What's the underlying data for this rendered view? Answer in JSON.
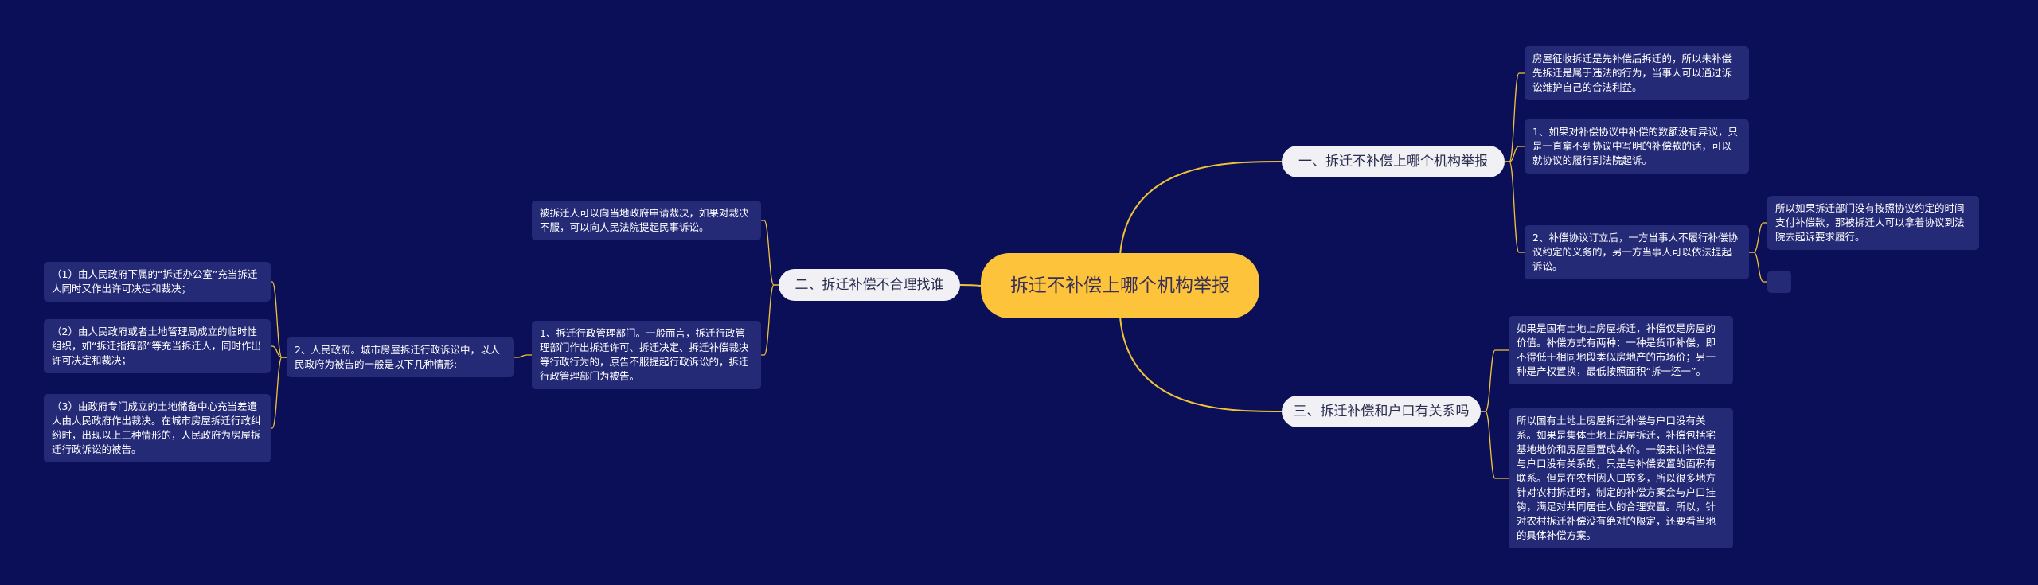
{
  "root": {
    "text": "拆迁不补偿上哪个机构举报"
  },
  "branches": [
    {
      "label": "一、拆迁不补偿上哪个机构举报",
      "children": [
        {
          "text": "房屋征收拆迁是先补偿后拆迁的，所以未补偿先拆迁是属于违法的行为，当事人可以通过诉讼维护自己的合法利益。"
        },
        {
          "text": "1、如果对补偿协议中补偿的数额没有异议，只是一直拿不到协议中写明的补偿款的话，可以就协议的履行到法院起诉。"
        },
        {
          "text": "2、补偿协议订立后，一方当事人不履行补偿协议约定的义务的，另一方当事人可以依法提起诉讼。",
          "children": [
            {
              "text": "所以如果拆迁部门没有按照协议约定的时间支付补偿款，那被拆迁人可以拿着协议到法院去起诉要求履行。"
            },
            {
              "text": ""
            }
          ]
        }
      ]
    },
    {
      "label": "二、拆迁补偿不合理找谁",
      "children": [
        {
          "text": "被拆迁人可以向当地政府申请裁决，如果对裁决不服，可以向人民法院提起民事诉讼。"
        },
        {
          "text": "1、拆迁行政管理部门。一般而言，拆迁行政管理部门作出拆迁许可、拆迁决定、拆迁补偿裁决等行政行为的，原告不服提起行政诉讼的，拆迁行政管理部门为被告。"
        },
        {
          "text": "2、人民政府。城市房屋拆迁行政诉讼中，以人民政府为被告的一般是以下几种情形:",
          "children": [
            {
              "text": "（1）由人民政府下属的“拆迁办公室”充当拆迁人同时又作出许可决定和裁决；"
            },
            {
              "text": "（2）由人民政府或者土地管理局成立的临时性组织，如“拆迁指挥部”等充当拆迁人，同时作出许可决定和裁决；"
            },
            {
              "text": "（3）由政府专门成立的土地储备中心充当差遣人由人民政府作出裁决。在城市房屋拆迁行政纠纷时，出现以上三种情形的，人民政府为房屋拆迁行政诉讼的被告。"
            }
          ]
        }
      ]
    },
    {
      "label": "三、拆迁补偿和户口有关系吗",
      "children": [
        {
          "text": "如果是国有土地上房屋拆迁，补偿仅是房屋的价值。补偿方式有两种：一种是货币补偿，即不得低于相同地段类似房地产的市场价；另一种是产权置换，最低按照面积“拆一还一”。"
        },
        {
          "text": "所以国有土地上房屋拆迁补偿与户口没有关系。如果是集体土地上房屋拆迁，补偿包括宅基地地价和房屋重置成本价。一般来讲补偿是与户口没有关系的，只是与补偿安置的面积有联系。但是在农村因人口较多，所以很多地方针对农村拆迁时，制定的补偿方案会与户口挂钩，满足对共同居住人的合理安置。所以，针对农村拆迁补偿没有绝对的限定，还要看当地的具体补偿方案。"
        }
      ]
    }
  ],
  "colors": {
    "background": "#0b0f57",
    "root": "#fdc43b",
    "branch": "#f0f0f5",
    "leaf": "#252a77",
    "line": "#f0c23a"
  }
}
